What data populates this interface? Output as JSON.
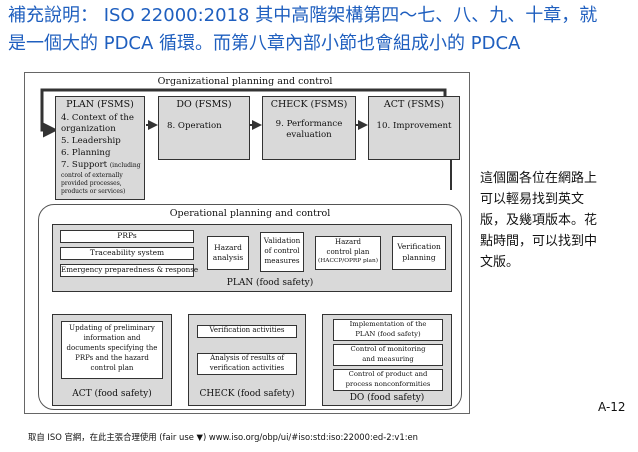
{
  "heading": {
    "line1": "補充說明： ISO 22000:2018 其中高階架構第四～七、八、九、十章，就",
    "line2": "是一個大的 PDCA 循環。而第八章內部小節也會組成小的 PDCA"
  },
  "organizational": {
    "title": "Organizational planning and control",
    "plan_title": "PLAN (FSMS)",
    "plan_items": [
      "4. Context of the",
      "organization",
      "5. Leadership",
      "6. Planning",
      "7. Support"
    ],
    "plan_small": "(including",
    "plan_small_lines": [
      "control of externally",
      "provided processes,",
      "products or services)"
    ],
    "do_title": "DO (FSMS)",
    "do_item": "8. Operation",
    "check_title": "CHECK (FSMS)",
    "check_item_lines": [
      "9. Performance",
      "evaluation"
    ],
    "act_title": "ACT (FSMS)",
    "act_item": "10. Improvement"
  },
  "operational": {
    "title": "Operational planning and control",
    "prps": "PRPs",
    "traceability": "Traceability system",
    "emergency": "Emergency preparedness & response",
    "hazard_analysis_lines": [
      "Hazard",
      "analysis"
    ],
    "validation_lines": [
      "Validation",
      "of control",
      "measures"
    ],
    "hazard_plan_lines": [
      "Hazard",
      "control plan",
      "(HACCP/OPRP plan)"
    ],
    "verif_planning_lines": [
      "Verification",
      "planning"
    ],
    "plan_label": "PLAN (food safety)",
    "act_text_lines": [
      "Updating of preliminary",
      "information and",
      "documents specifying the",
      "PRPs and the hazard",
      "control plan"
    ],
    "act_label": "ACT (food safety)",
    "check_verif": "Verification activities",
    "check_analysis_lines": [
      "Analysis of results of",
      "verification activities"
    ],
    "check_label": "CHECK (food safety)",
    "do_impl_lines": [
      "Implementation of the",
      "PLAN (food safety)"
    ],
    "do_monitor_lines": [
      "Control of monitoring",
      "and measuring"
    ],
    "do_product_lines": [
      "Control of product and",
      "process nonconformities"
    ],
    "do_label": "DO (food safety)"
  },
  "note": {
    "lines": [
      "這個圖各位在網路上",
      "可以輕易找到英文",
      "版，及幾項版本。花",
      "點時間，可以找到中",
      "文版。"
    ]
  },
  "page_number": "A-12",
  "footer": "取自 ISO 官網，在此主張合理使用 (fair use ▼) www.iso.org/obp/ui/#iso:std:iso:22000:ed-2:v1:en",
  "colors": {
    "heading": "#1f5fbf",
    "panel": "#d9d9d9",
    "arrow": "#777777"
  }
}
